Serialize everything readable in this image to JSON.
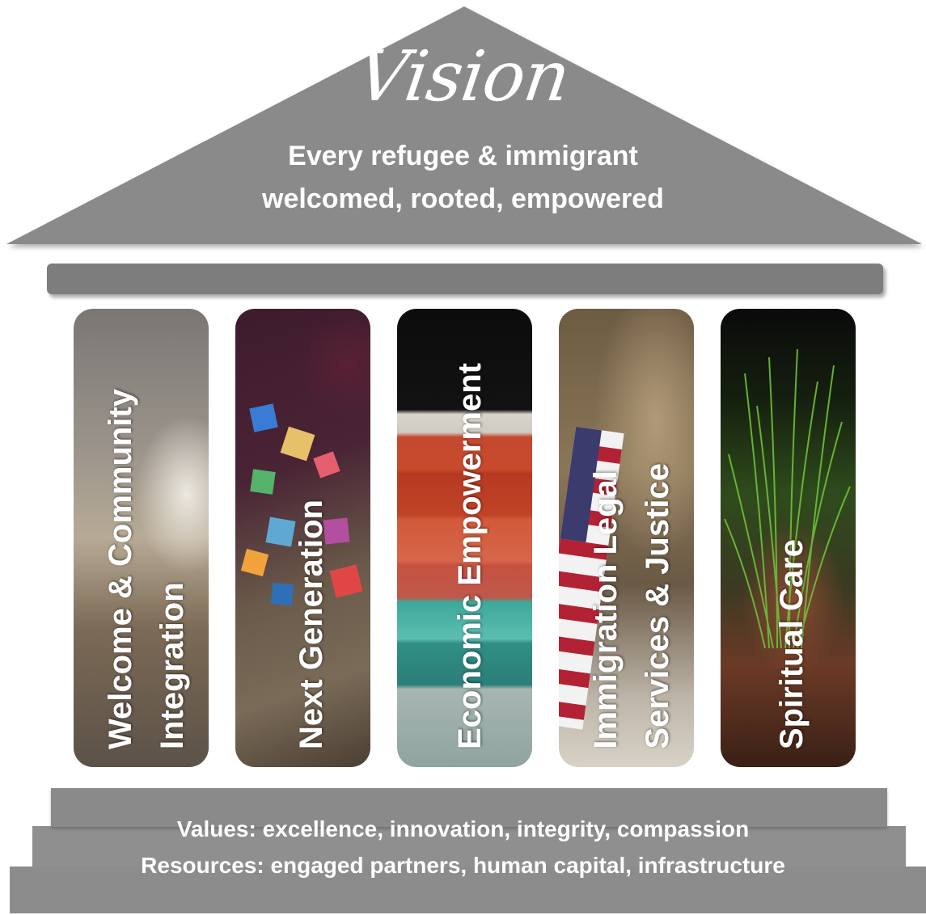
{
  "vision": {
    "title": "Vision",
    "line1": "Every refugee & immigrant",
    "line2": "welcomed,  rooted, empowered"
  },
  "pillars": [
    {
      "label": "Welcome & Community\nIntegration"
    },
    {
      "label": "Next Generation"
    },
    {
      "label": "Economic Empowerment"
    },
    {
      "label": "Immigration Legal\nServices & Justice"
    },
    {
      "label": "Spiritual Care"
    }
  ],
  "foundation": {
    "values": "Values: excellence, innovation, integrity, compassion",
    "resources": "Resources: engaged partners, human capital, infrastructure"
  },
  "colors": {
    "roof": "#8a8a8a",
    "beam": "#7d7d7d",
    "base": "#8a8a8a",
    "text": "#ffffff"
  }
}
